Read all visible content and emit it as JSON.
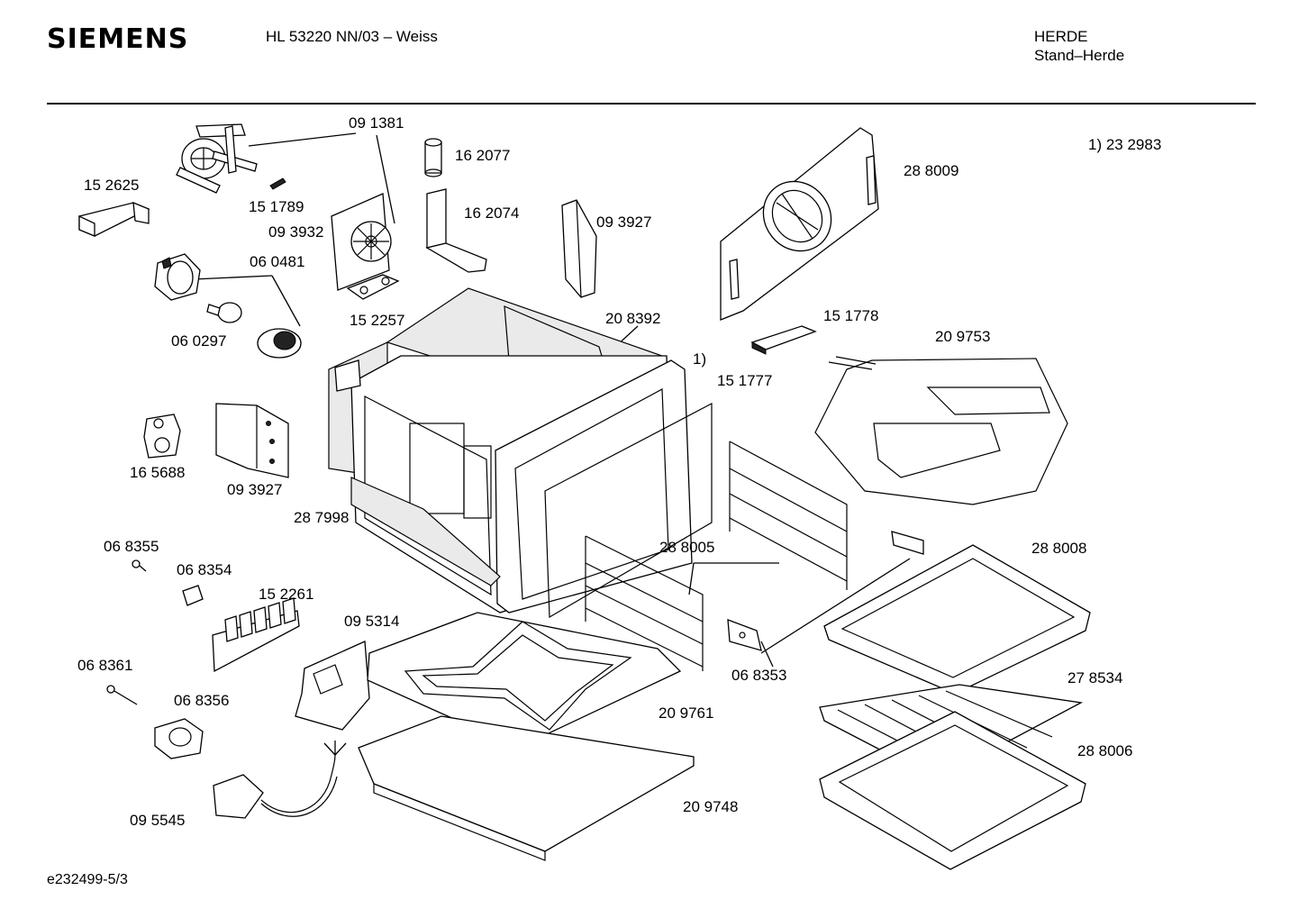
{
  "header": {
    "brand": "SIEMENS",
    "model": "HL 53220 NN/03 – Weiss",
    "category_line1": "HERDE",
    "category_line2": "Stand–Herde"
  },
  "note": "1) 23 2983",
  "part_labels": {
    "p091381": "09 1381",
    "p162077": "16 2077",
    "p152625": "15 2625",
    "p151789": "15 1789",
    "p162074": "16 2074",
    "p093927a": "09 3927",
    "p093932": "09 3932",
    "p060481": "06 0481",
    "p288009": "28 8009",
    "p152257": "15 2257",
    "p208392": "20 8392",
    "p151778": "15 1778",
    "p060297": "06 0297",
    "p209753": "20 9753",
    "p_ref1": "1)",
    "p151777": "15 1777",
    "p165688": "16 5688",
    "p093927b": "09 3927",
    "p287998": "28 7998",
    "p068355": "06 8355",
    "p288005": "28 8005",
    "p288008": "28 8008",
    "p068354": "06 8354",
    "p152261": "15 2261",
    "p095314": "09 5314",
    "p068361": "06 8361",
    "p068353": "06 8353",
    "p278534": "27 8534",
    "p068356": "06 8356",
    "p209761": "20 9761",
    "p288006": "28 8006",
    "p095545": "09 5545",
    "p209748": "20 9748"
  },
  "footer": "e232499-5/3"
}
